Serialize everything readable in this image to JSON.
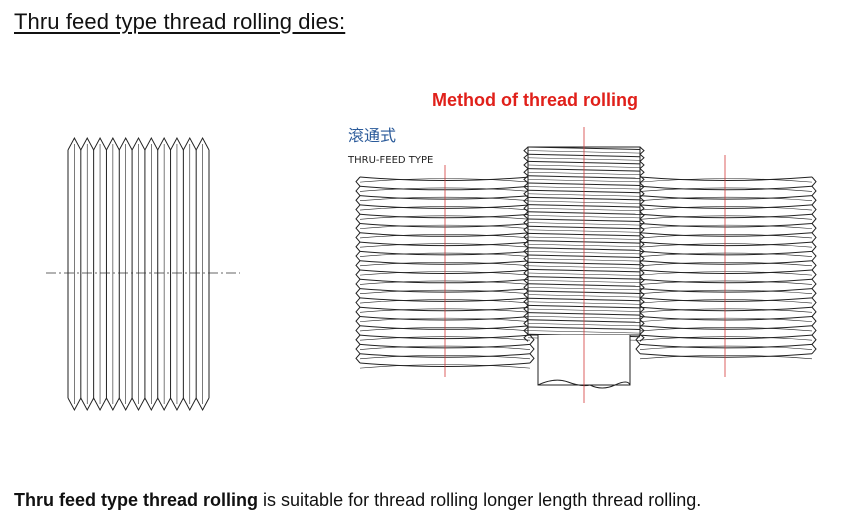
{
  "page": {
    "title": "Thru feed type thread rolling dies:"
  },
  "figure": {
    "method_title": "Method of thread rolling",
    "method_title_color": "#e0201a",
    "cjk_label": "滾通式",
    "cjk_label_color": "#2a5a9a",
    "type_label": "THRU-FEED TYPE",
    "centerline_color": "#d33a3a",
    "line_color": "#222222"
  },
  "description": {
    "bold": "Thru feed type thread rolling",
    "rest": " is suitable for thread rolling longer length thread rolling."
  }
}
